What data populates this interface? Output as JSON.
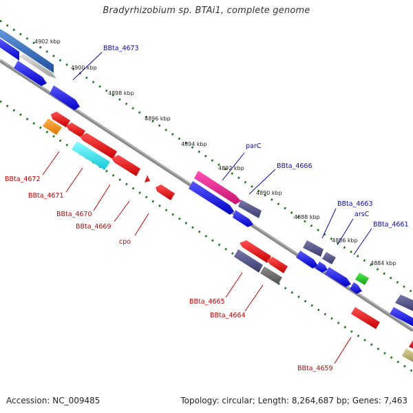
{
  "title": "Bradyrhizobium sp. BTAi1, complete genome",
  "footer": {
    "accession": "Accession: NC_009485",
    "summary": "Topology: circular; Length: 8,264,687 bp; Genes: 7,463"
  },
  "colors": {
    "forward_gene": "#0a0ae6",
    "reverse_gene": "#e00a0a",
    "label_forward": "#0a0ab4",
    "label_reverse": "#c80000",
    "backbone": "#888888",
    "tick_dots": "#1f7a1f",
    "pseudogene": "#505082",
    "highlight_magenta": "#e6147a",
    "highlight_cyan": "#14e6f0",
    "highlight_orange": "#f08c14",
    "highlight_green": "#28c828",
    "highlight_gray": "#b4b4b4",
    "highlight_khaki": "#c8b478"
  },
  "ticks": [
    "4902 kbp",
    "4900 kbp",
    "4898 kbp",
    "4896 kbp",
    "4894 kbp",
    "4892 kbp",
    "4890 kbp",
    "4888 kbp",
    "4886 kbp",
    "4884 kbp"
  ],
  "gene_labels": {
    "upper": [
      "BBta_4673",
      "parC",
      "BBta_4666",
      "BBta_4663",
      "arsC",
      "BBta_4661"
    ],
    "lower": [
      "BBta_4672",
      "BBta_4671",
      "BBta_4670",
      "BBta_4669",
      "cpo",
      "BBta_4665",
      "BBta_4664",
      "BBta_4659"
    ]
  }
}
